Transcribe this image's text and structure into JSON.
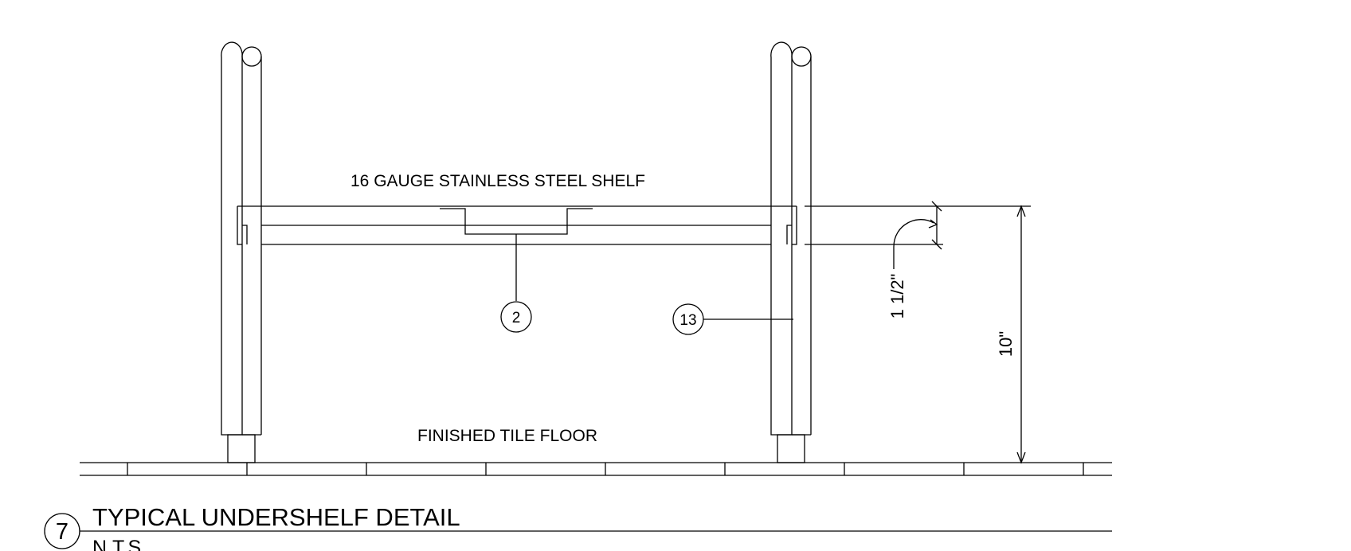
{
  "callouts": {
    "shelf": "16 GAUGE STAINLESS STEEL SHELF",
    "floor": "FINISHED TILE FLOOR"
  },
  "tags": {
    "bracket": "2",
    "leg": "13"
  },
  "dimensions": {
    "shelf_thickness": "1 1/2\"",
    "shelf_height": "10\""
  },
  "title_block": {
    "detail_number": "7",
    "title": "TYPICAL UNDERSHELF DETAIL",
    "scale": "N.T.S."
  }
}
